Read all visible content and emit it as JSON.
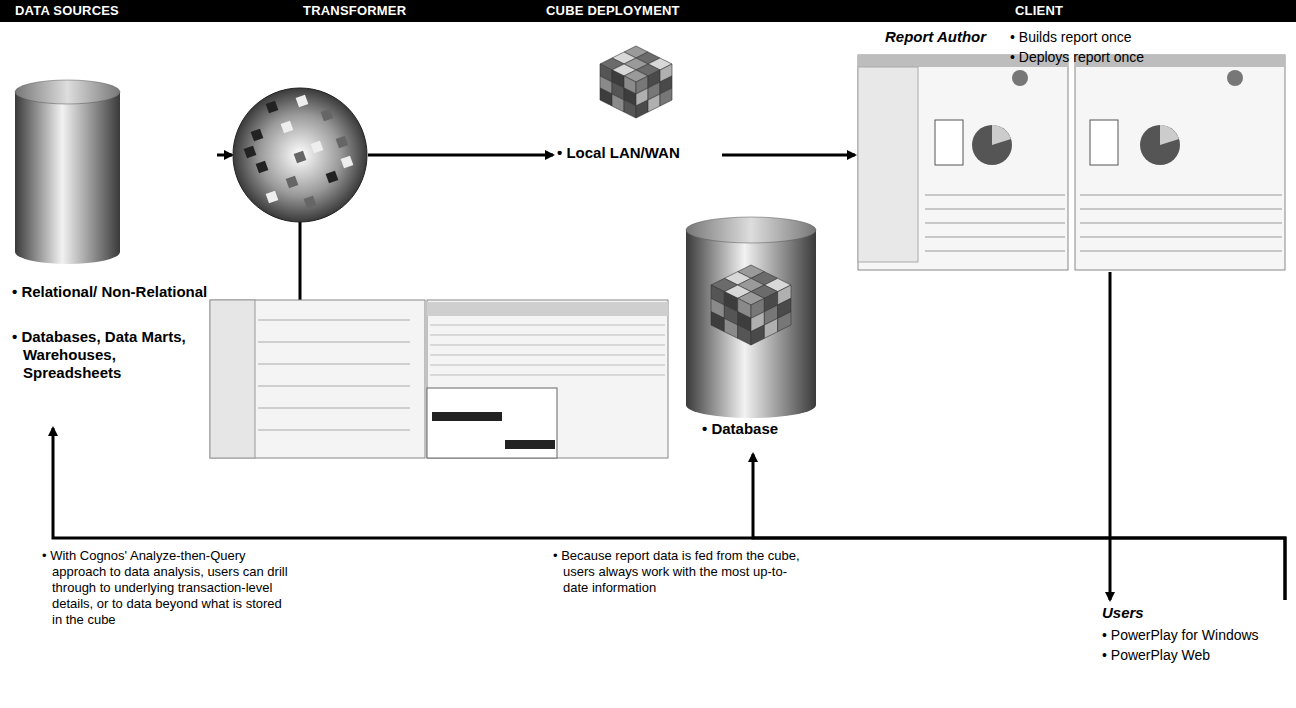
{
  "diagram": {
    "nodes": [
      {
        "text": [
          "• Relational/ Non-Relational",
          "• Databases, Data Marts, Warehouses, Spreadsheets"
        ]
      },
      {
        "text": []
      },
      {
        "text": [
          "• Local LAN/WAN"
        ]
      },
      {
        "text": [
          "• Database"
        ]
      },
      {
        "text": [
          "Report Author",
          "• Builds report once",
          "• Deploys report once"
        ]
      },
      {
        "text": [
          "Users",
          "• PowerPlay for Windows",
          "• PowerPlay Web"
        ]
      }
    ],
    "edges": [
      {
        "from": 0,
        "to": 1,
        "arrow": "to"
      },
      {
        "from": 1,
        "to": 2,
        "arrow": "to"
      },
      {
        "from": 2,
        "to": 4,
        "arrow": "to"
      },
      {
        "from": 4,
        "to": 5,
        "arrow": "to"
      },
      {
        "from": 5,
        "to": 3,
        "arrow": "to"
      },
      {
        "from": 5,
        "to": 0,
        "arrow": "to"
      }
    ],
    "labels": [
      "DATA SOURCES",
      "TRANSFORMER",
      "CUBE DEPLOYMENT",
      "CLIENT",
      "• With Cognos' Analyze-then-Query approach to data analysis, users can drill through to underlying transaction-level details, or to data beyond what is stored in the cube",
      "• Because report data is fed from the cube, users always work with the most up-to-date information"
    ]
  }
}
